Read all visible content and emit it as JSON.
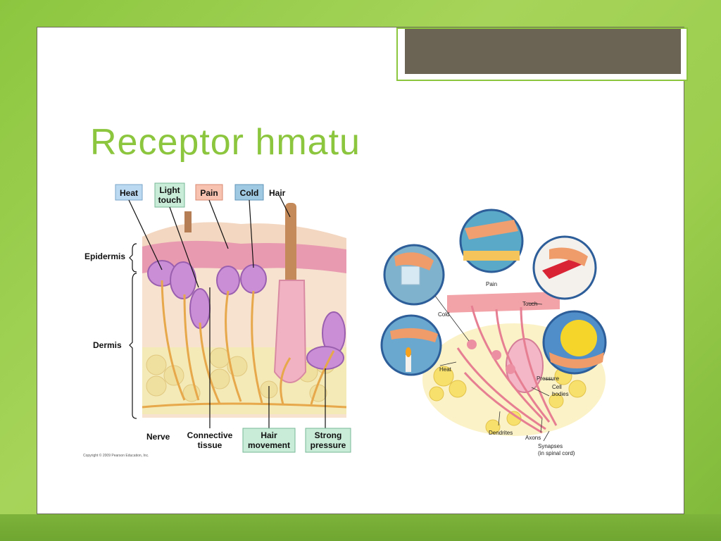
{
  "slide": {
    "title": "Receptor hmatu"
  },
  "left_figure": {
    "receptor_labels": {
      "heat": "Heat",
      "light_touch_line1": "Light",
      "light_touch_line2": "touch",
      "pain": "Pain",
      "cold": "Cold",
      "hair": "Hair",
      "hair_movement_line1": "Hair",
      "hair_movement_line2": "movement",
      "strong_pressure_line1": "Strong",
      "strong_pressure_line2": "pressure"
    },
    "layer_labels": {
      "epidermis": "Epidermis",
      "dermis": "Dermis"
    },
    "bottom_labels": {
      "nerve": "Nerve",
      "connective_line1": "Connective",
      "connective_line2": "tissue"
    },
    "copyright": "Copyright © 2009 Pearson Education, Inc.",
    "colors": {
      "heat_box": "#bcd9f2",
      "light_touch_box": "#c9ecd9",
      "pain_box": "#f7c2b0",
      "cold_box": "#9fc9e2",
      "hair_movement_box": "#c9ecd9",
      "strong_pressure_box": "#c9ecd9"
    }
  },
  "right_figure": {
    "labels": {
      "pain": "Pain",
      "touch": "Touch",
      "cold": "Cold",
      "heat": "Heat",
      "pressure": "Pressure",
      "cell_bodies_line1": "Cell",
      "cell_bodies_line2": "bodies",
      "dendrites": "Dendrites",
      "axons": "Axons",
      "synapses_line1": "Synapses",
      "synapses_line2": "(in spinal cord)"
    }
  }
}
